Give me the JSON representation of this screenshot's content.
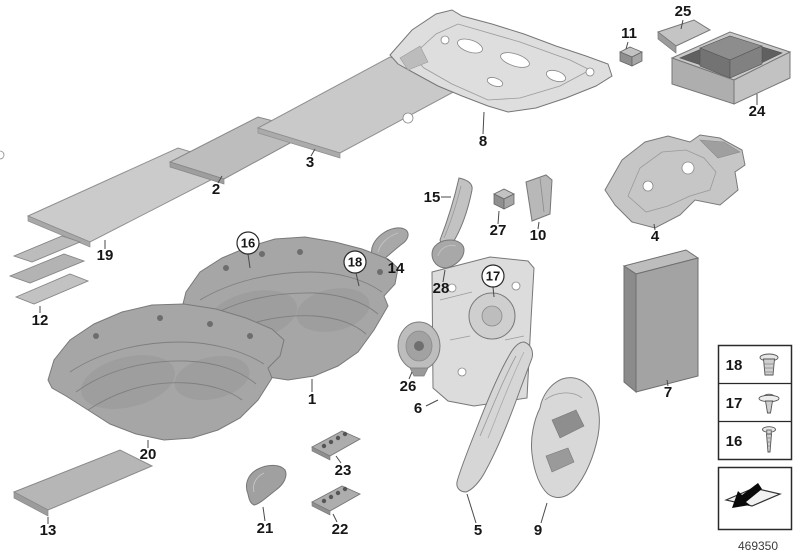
{
  "diagram": {
    "doc_number": "469350",
    "callouts": [
      {
        "n": "1"
      },
      {
        "n": "2"
      },
      {
        "n": "3"
      },
      {
        "n": "4"
      },
      {
        "n": "5"
      },
      {
        "n": "6"
      },
      {
        "n": "7"
      },
      {
        "n": "8"
      },
      {
        "n": "9"
      },
      {
        "n": "10"
      },
      {
        "n": "11"
      },
      {
        "n": "12"
      },
      {
        "n": "13"
      },
      {
        "n": "14"
      },
      {
        "n": "15"
      },
      {
        "n": "16"
      },
      {
        "n": "17"
      },
      {
        "n": "18"
      },
      {
        "n": "19"
      },
      {
        "n": "20"
      },
      {
        "n": "21"
      },
      {
        "n": "22"
      },
      {
        "n": "23"
      },
      {
        "n": "24"
      },
      {
        "n": "25"
      },
      {
        "n": "26"
      },
      {
        "n": "27"
      },
      {
        "n": "28"
      }
    ],
    "legend": {
      "rows": [
        {
          "label": "18",
          "icon": "expanding-rivet-icon"
        },
        {
          "label": "17",
          "icon": "push-pin-icon"
        },
        {
          "label": "16",
          "icon": "screw-rivet-icon"
        }
      ],
      "footer_icon": "install-direction-arrow-icon"
    },
    "colors": {
      "background": "#ffffff",
      "panel_light": "#cbcbcb",
      "panel_mid": "#b5b5b5",
      "panel_dark": "#a0a0a0",
      "metal": "#dcdcdc",
      "outline": "#777777",
      "legend_border": "#2a2a2a"
    }
  }
}
